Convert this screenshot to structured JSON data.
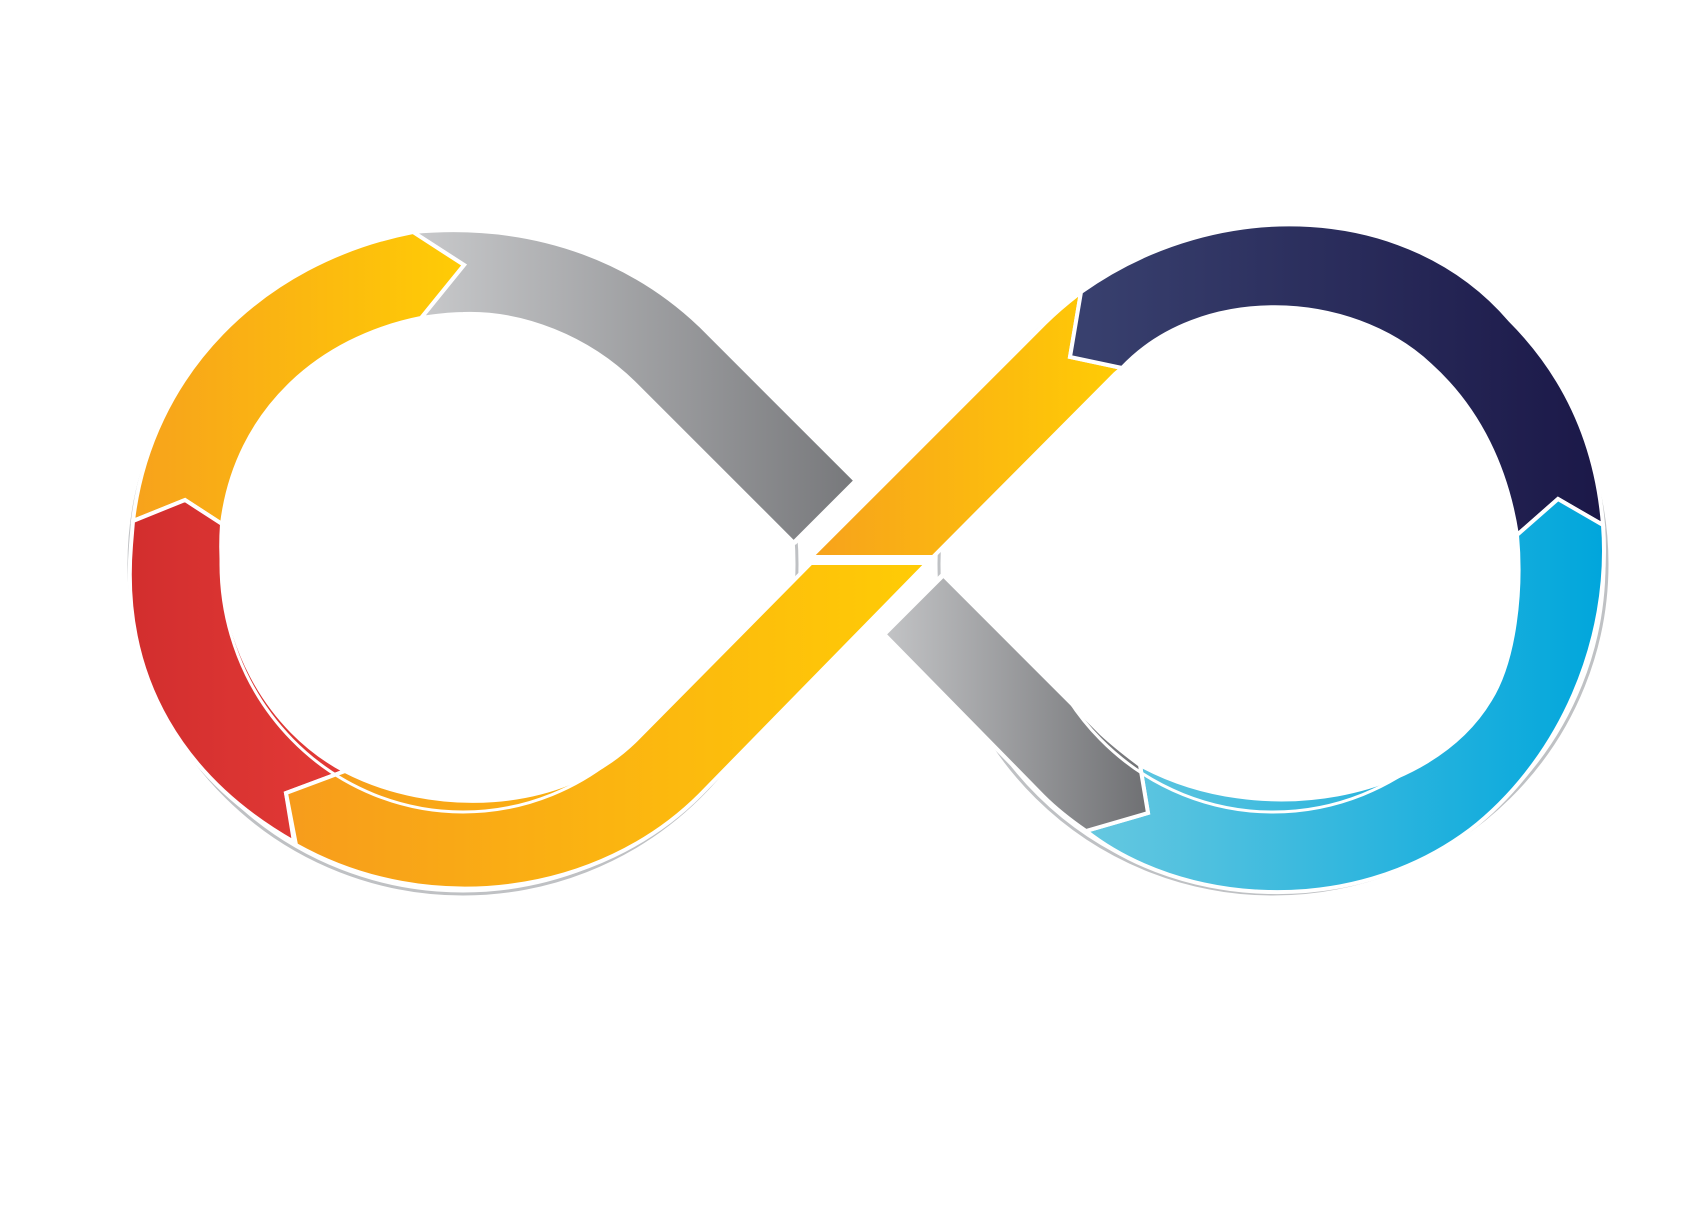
{
  "diagram": {
    "shape": "infinity-loop",
    "segment_count": 8,
    "segments": [
      {
        "id": "left-top-orange-arrow",
        "color_start": "#f7a21c",
        "color_end": "#ffcc05"
      },
      {
        "id": "left-top-gray-band",
        "color_start": "#c9cacc",
        "color_end": "#77787b"
      },
      {
        "id": "left-red-arrow",
        "color_start": "#d22e2e",
        "color_end": "#e33a36"
      },
      {
        "id": "left-bottom-orange-band",
        "color_start": "#f79c1c",
        "color_end": "#ffcc05"
      },
      {
        "id": "right-top-navy-arrow",
        "color_start": "#39416f",
        "color_end": "#1b1848"
      },
      {
        "id": "right-blue-arrow",
        "color_start": "#66c8e0",
        "color_end": "#00a6dc"
      },
      {
        "id": "right-bottom-gray-arrow",
        "color_start": "#c3c4c6",
        "color_end": "#6f7073"
      }
    ],
    "outline_color": "#ffffff",
    "shadow_color": "#bfc1c4"
  }
}
